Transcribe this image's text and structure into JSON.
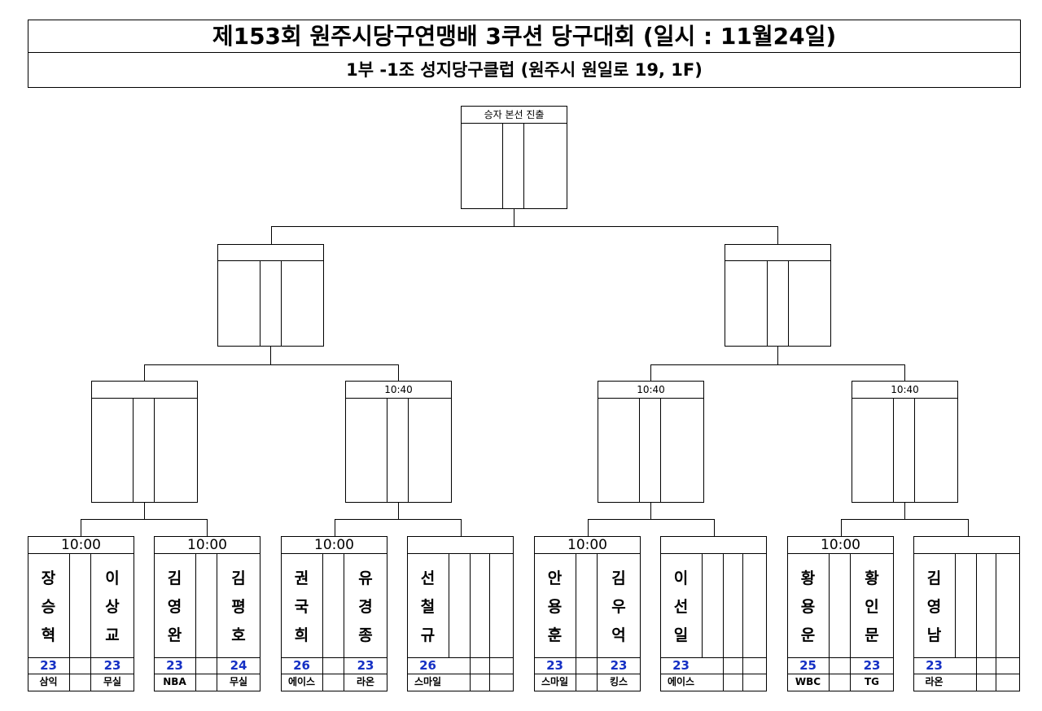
{
  "header": {
    "title": "제153회 원주시당구연맹배 3쿠션 당구대회 (일시 : 11월24일)",
    "subtitle": "1부 -1조 성지당구클럽 (원주시 원일로 19, 1F)"
  },
  "final": {
    "label": "승자 본선 진출"
  },
  "quarter_times": [
    "",
    "10:40",
    "10:40",
    "10:40"
  ],
  "first_round": [
    {
      "time": "10:00",
      "players": [
        {
          "name": "장승혁",
          "score": "23",
          "club": "삼익"
        },
        {
          "name": "이상교",
          "score": "23",
          "club": "무실"
        }
      ]
    },
    {
      "time": "10:00",
      "players": [
        {
          "name": "김영완",
          "score": "23",
          "club": "NBA"
        },
        {
          "name": "김평호",
          "score": "24",
          "club": "무실"
        }
      ]
    },
    {
      "time": "10:00",
      "players": [
        {
          "name": "권국희",
          "score": "26",
          "club": "에이스"
        },
        {
          "name": "유경종",
          "score": "23",
          "club": "라온"
        }
      ]
    },
    {
      "time": "",
      "players": [
        {
          "name": "선철규",
          "score": "26",
          "club": "스마일"
        }
      ]
    },
    {
      "time": "10:00",
      "players": [
        {
          "name": "안용훈",
          "score": "23",
          "club": "스마일"
        },
        {
          "name": "김우억",
          "score": "23",
          "club": "킹스"
        }
      ]
    },
    {
      "time": "",
      "players": [
        {
          "name": "이선일",
          "score": "23",
          "club": "에이스"
        }
      ]
    },
    {
      "time": "10:00",
      "players": [
        {
          "name": "황용운",
          "score": "25",
          "club": "WBC"
        },
        {
          "name": "황인문",
          "score": "23",
          "club": "TG"
        }
      ]
    },
    {
      "time": "",
      "players": [
        {
          "name": "김영남",
          "score": "23",
          "club": "라온"
        }
      ]
    }
  ]
}
